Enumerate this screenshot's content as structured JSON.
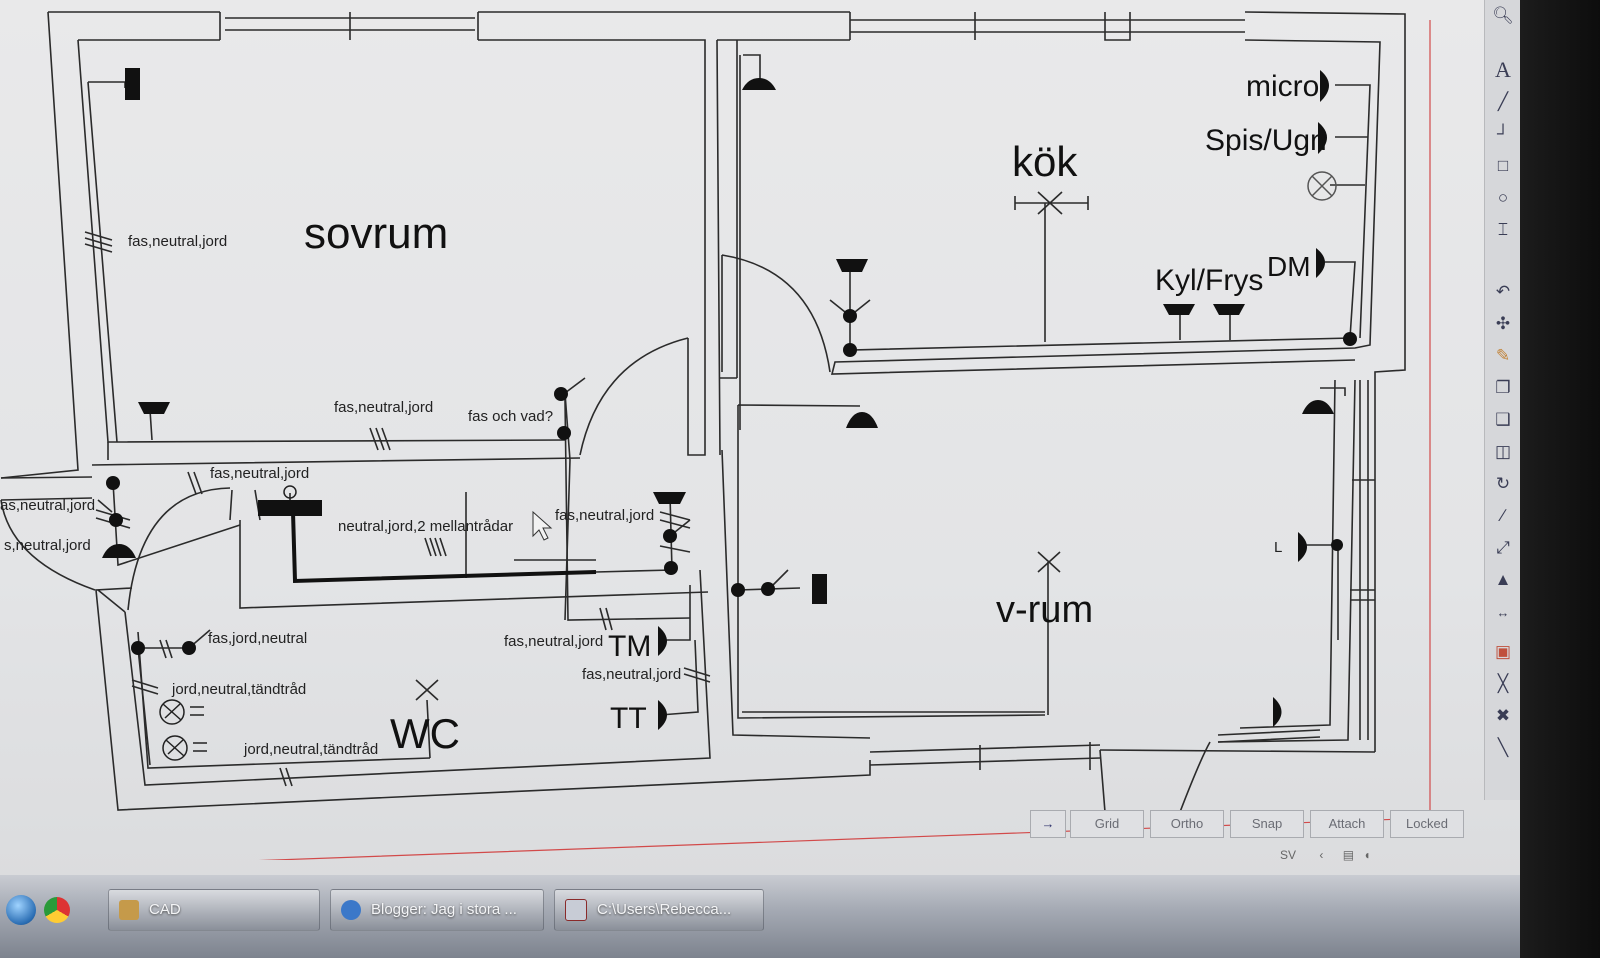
{
  "plan": {
    "rooms": {
      "sovrum": "sovrum",
      "kok": "kök",
      "vrum": "v-rum",
      "wc": "WC"
    },
    "appliances": {
      "micro": "micro",
      "spis": "Spis/Ugn",
      "dm": "DM",
      "kylfrys": "Kyl/Frys",
      "tm": "TM",
      "tt": "TT",
      "l": "L"
    },
    "wires": {
      "w1": "fas,neutral,jord",
      "w2": "fas,neutral,jord",
      "w3": "fas och vad?",
      "w4": "fas,neutral,jord",
      "w5": "as,neutral,jord",
      "w6": "s,neutral,jord",
      "w7": "neutral,jord,2 mellantrådar",
      "w8": "fas,neutral,jord",
      "w9": "fas,jord,neutral",
      "w10": "jord,neutral,tändtråd",
      "w11": "jord,neutral,tändtråd",
      "w12": "fas,neutral,jord",
      "w13": "fas,neutral,jord"
    }
  },
  "status": {
    "grid": "Grid",
    "ortho": "Ortho",
    "snap": "Snap",
    "attach": "Attach",
    "locked": "Locked"
  },
  "taskbar": {
    "items": [
      {
        "label": "CAD"
      },
      {
        "label": "Blogger: Jag i stora ..."
      },
      {
        "label": "C:\\Users\\Rebecca..."
      }
    ]
  },
  "tray": {
    "text": "SV"
  },
  "colors": {
    "ink": "#111111",
    "canvas": "#e6e7e9",
    "redline": "#d24a4a"
  }
}
